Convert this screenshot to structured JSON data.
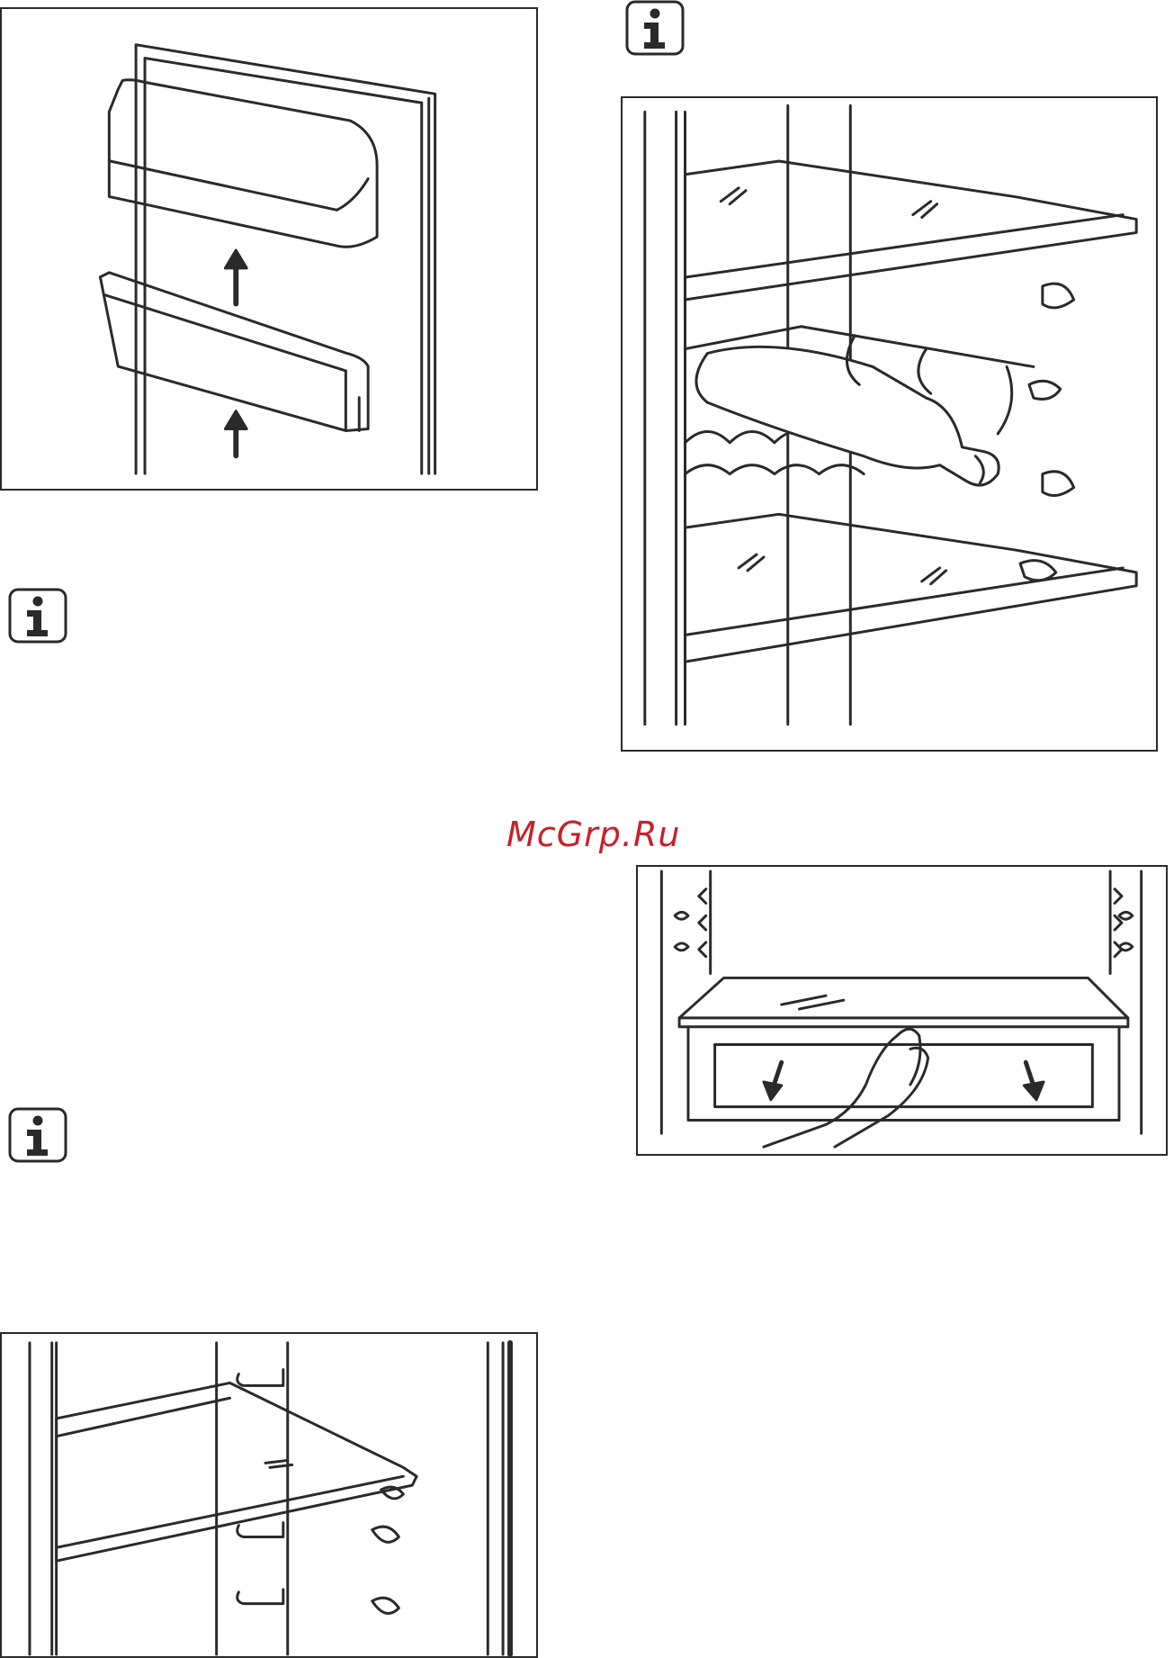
{
  "watermark": {
    "text": "McGrp.Ru",
    "color": "#c8202a"
  },
  "icons": [
    "info-icon",
    "info-icon",
    "info-icon",
    "info-icon"
  ],
  "figures": [
    {
      "name": "door-balcony-figure"
    },
    {
      "name": "wine-rack-figure"
    },
    {
      "name": "crisper-drawer-figure"
    },
    {
      "name": "glass-shelf-figure"
    }
  ],
  "colors": {
    "line": "#2a2a2a",
    "background": "#ffffff"
  }
}
